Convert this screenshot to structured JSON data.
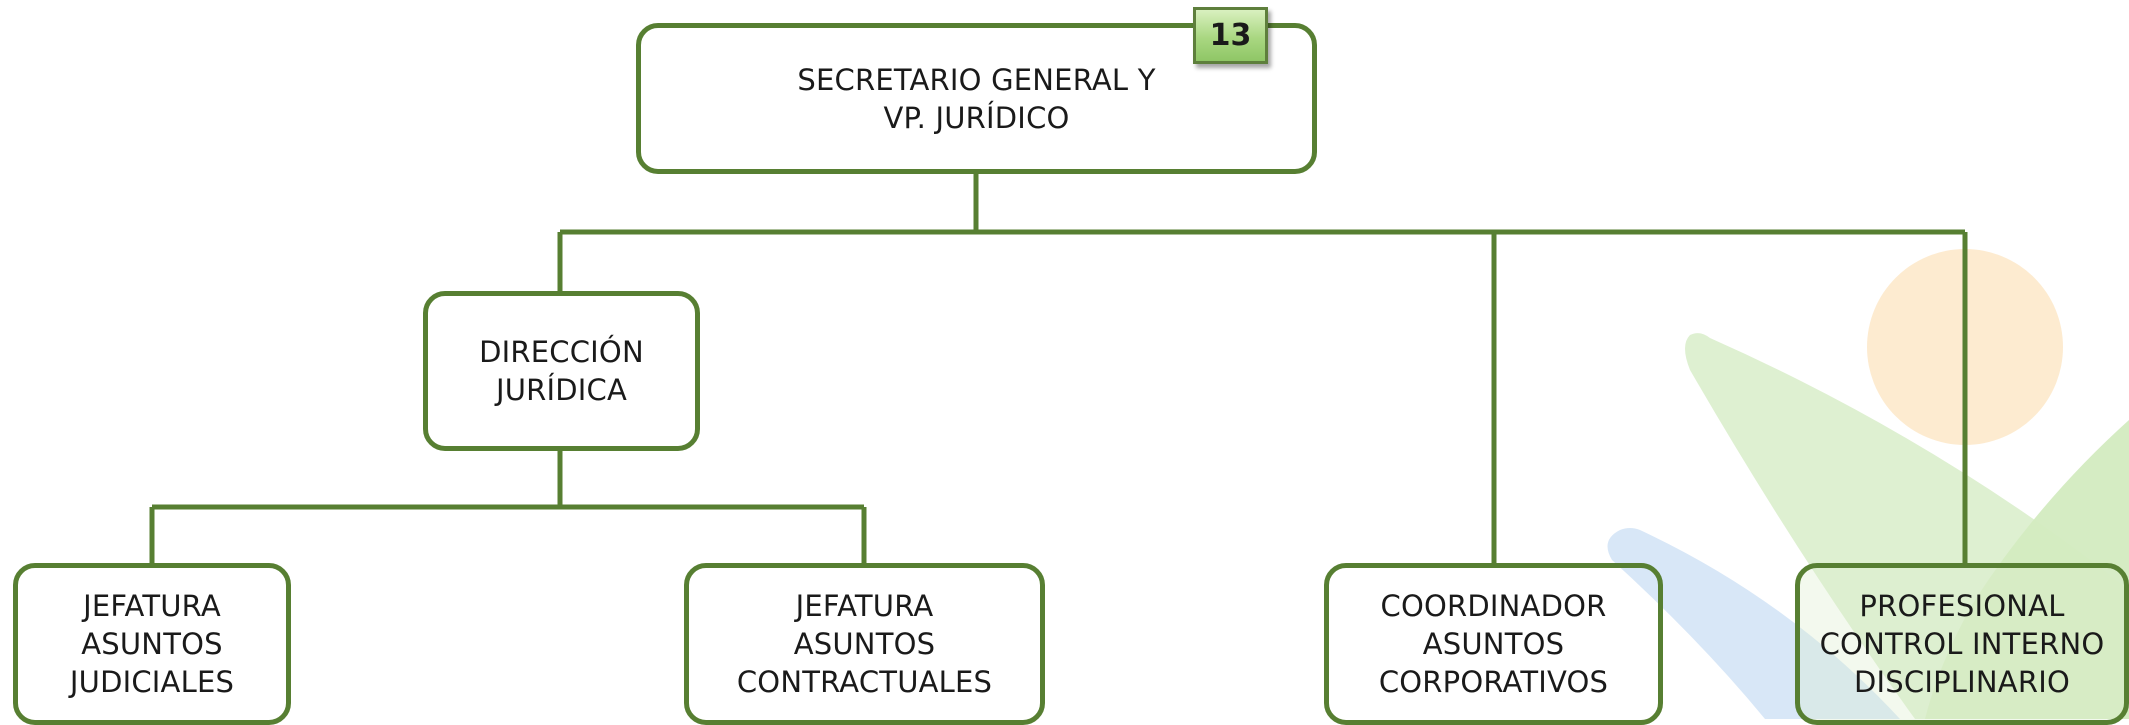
{
  "colors": {
    "line": "#577f32",
    "watermark_green": "#dcefcf",
    "watermark_blue": "#d6e6f7",
    "watermark_orange": "#fde8c8"
  },
  "badge": {
    "text": "13"
  },
  "nodes": {
    "root": {
      "line1": "SECRETARIO GENERAL Y",
      "line2": "VP. JURÍDICO"
    },
    "direccion": {
      "line1": "DIRECCIÓN",
      "line2": "JURÍDICA"
    },
    "judiciales": {
      "line1": "JEFATURA",
      "line2": "ASUNTOS",
      "line3": "JUDICIALES"
    },
    "contractuales": {
      "line1": "JEFATURA",
      "line2": "ASUNTOS",
      "line3": "CONTRACTUALES"
    },
    "corporativos": {
      "line1": "COORDINADOR",
      "line2": "ASUNTOS",
      "line3": "CORPORATIVOS"
    },
    "disciplinario": {
      "line1": "PROFESIONAL",
      "line2": "CONTROL INTERNO",
      "line3": "DISCIPLINARIO"
    }
  }
}
